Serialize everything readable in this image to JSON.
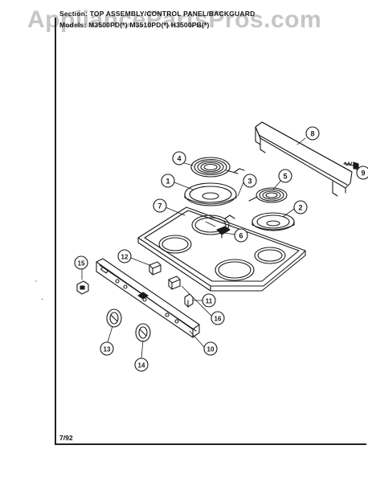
{
  "header": {
    "section_line": "Section:  TOP ASSEMBLY/CONTROL PANEL/BACKGUARD",
    "models_line": "Models:  M3500PD(*)  M3510PD(*)  H3500PB(*)"
  },
  "watermark": "AppliancePartsPros.com",
  "footer": {
    "date": "7/92"
  },
  "callouts": [
    {
      "number": "1"
    },
    {
      "number": "2"
    },
    {
      "number": "3"
    },
    {
      "number": "4"
    },
    {
      "number": "5"
    },
    {
      "number": "6"
    },
    {
      "number": "7"
    },
    {
      "number": "8"
    },
    {
      "number": "9"
    },
    {
      "number": "10"
    },
    {
      "number": "11"
    },
    {
      "number": "12"
    },
    {
      "number": "13"
    },
    {
      "number": "14"
    },
    {
      "number": "15"
    },
    {
      "number": "16"
    }
  ]
}
